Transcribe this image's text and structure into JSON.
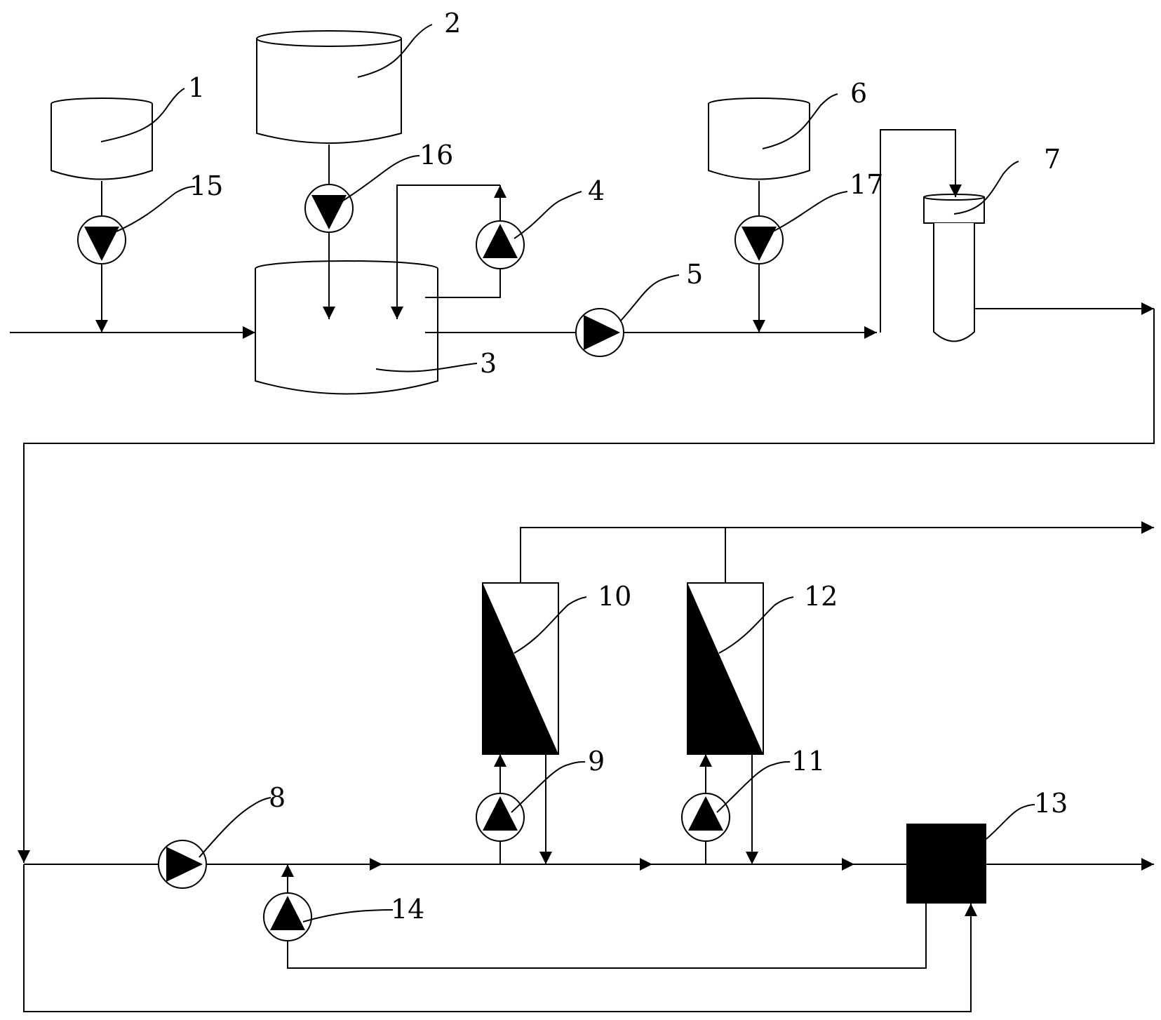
{
  "labels": {
    "l1": "1",
    "l2": "2",
    "l3": "3",
    "l4": "4",
    "l5": "5",
    "l6": "6",
    "l7": "7",
    "l8": "8",
    "l9": "9",
    "l10": "10",
    "l11": "11",
    "l12": "12",
    "l13": "13",
    "l14": "14",
    "l15": "15",
    "l16": "16",
    "l17": "17"
  },
  "colors": {
    "line": "#000000",
    "fill": "#000000",
    "background": "#ffffff"
  }
}
